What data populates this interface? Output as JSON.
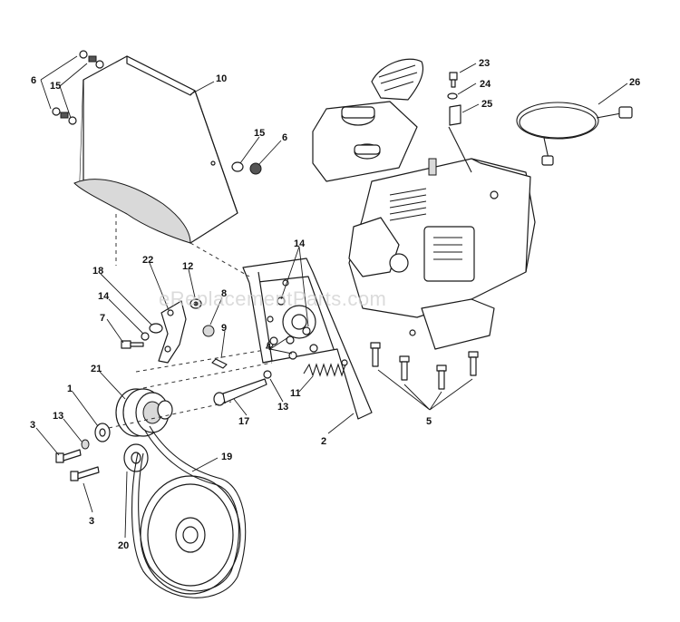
{
  "watermark": "eReplacementParts.com",
  "callouts": [
    {
      "id": "c10",
      "text": "10"
    },
    {
      "id": "c6a",
      "text": "6"
    },
    {
      "id": "c15a",
      "text": "15"
    },
    {
      "id": "c15b",
      "text": "15"
    },
    {
      "id": "c6b",
      "text": "6"
    },
    {
      "id": "c23",
      "text": "23"
    },
    {
      "id": "c24",
      "text": "24"
    },
    {
      "id": "c25",
      "text": "25"
    },
    {
      "id": "c26",
      "text": "26"
    },
    {
      "id": "c14a",
      "text": "14"
    },
    {
      "id": "c22",
      "text": "22"
    },
    {
      "id": "c12",
      "text": "12"
    },
    {
      "id": "c18",
      "text": "18"
    },
    {
      "id": "c8",
      "text": "8"
    },
    {
      "id": "c14b",
      "text": "14"
    },
    {
      "id": "c7",
      "text": "7"
    },
    {
      "id": "c9",
      "text": "9"
    },
    {
      "id": "c4",
      "text": "4"
    },
    {
      "id": "c21",
      "text": "21"
    },
    {
      "id": "c11",
      "text": "11"
    },
    {
      "id": "c1",
      "text": "1"
    },
    {
      "id": "c13a",
      "text": "13"
    },
    {
      "id": "c13b",
      "text": "13"
    },
    {
      "id": "c17",
      "text": "17"
    },
    {
      "id": "c3a",
      "text": "3"
    },
    {
      "id": "c2",
      "text": "2"
    },
    {
      "id": "c5",
      "text": "5"
    },
    {
      "id": "c19",
      "text": "19"
    },
    {
      "id": "c3b",
      "text": "3"
    },
    {
      "id": "c20",
      "text": "20"
    }
  ]
}
